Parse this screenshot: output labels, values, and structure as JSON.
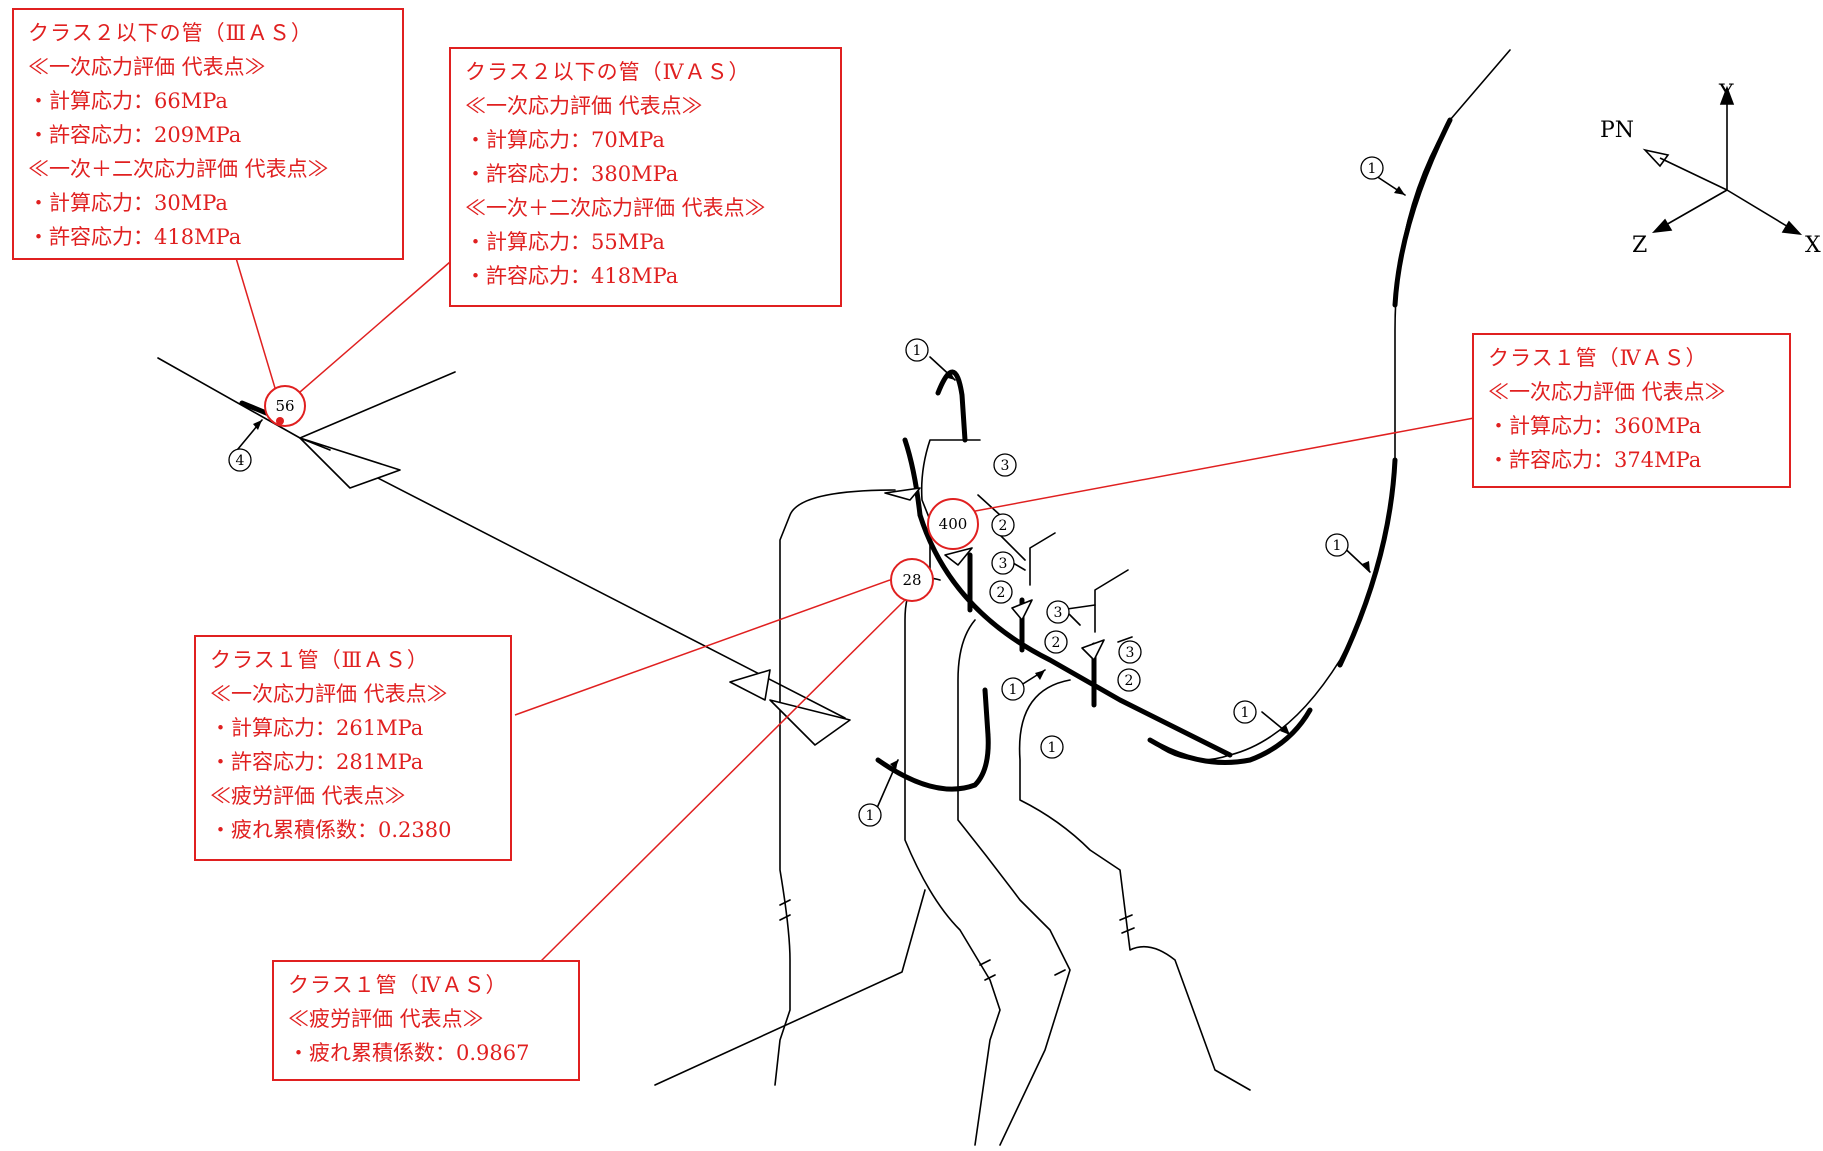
{
  "colors": {
    "annotation": "#e02020",
    "pipe": "#000000"
  },
  "boxes": [
    {
      "id": "box-class2-3as",
      "lines": [
        "クラス２以下の管（ⅢＡＳ）",
        "≪一次応力評価 代表点≫",
        "・計算応力：66MPa",
        "・許容応力：209MPa",
        "≪一次＋二次応力評価 代表点≫",
        "・計算応力：30MPa",
        "・許容応力：418MPa"
      ]
    },
    {
      "id": "box-class2-4as",
      "lines": [
        "クラス２以下の管（ⅣＡＳ）",
        "≪一次応力評価 代表点≫",
        "・計算応力：70MPa",
        "・許容応力：380MPa",
        "≪一次＋二次応力評価 代表点≫",
        "・計算応力：55MPa",
        "・許容応力：418MPa"
      ]
    },
    {
      "id": "box-class1-4as-primary",
      "lines": [
        "クラス１管（ⅣＡＳ）",
        "≪一次応力評価 代表点≫",
        "・計算応力：360MPa",
        "・許容応力：374MPa"
      ]
    },
    {
      "id": "box-class1-3as",
      "lines": [
        "クラス１管（ⅢＡＳ）",
        "≪一次応力評価 代表点≫",
        "・計算応力：261MPa",
        "・許容応力：281MPa",
        "≪疲労評価 代表点≫",
        "・疲れ累積係数：0.2380"
      ]
    },
    {
      "id": "box-class1-4as-fatigue",
      "lines": [
        "クラス１管（ⅣＡＳ）",
        "≪疲労評価 代表点≫",
        "・疲れ累積係数：0.9867"
      ]
    }
  ],
  "nodes": {
    "n56": "56",
    "n400": "400",
    "n28": "28"
  },
  "axes": {
    "x": "X",
    "y": "Y",
    "z": "Z",
    "pn": "PN"
  },
  "markers": {
    "one": "1",
    "two": "2",
    "three": "3",
    "four": "4"
  }
}
